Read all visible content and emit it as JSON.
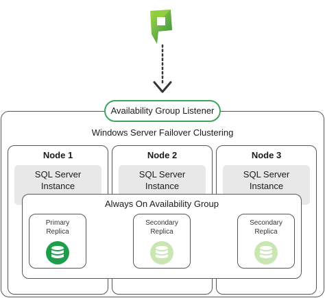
{
  "listener": {
    "label": "Availability Group Listener"
  },
  "cluster": {
    "label": "Windows Server Failover Clustering"
  },
  "nodes": [
    {
      "label": "Node 1",
      "instance_line1": "SQL Server",
      "instance_line2": "Instance"
    },
    {
      "label": "Node 2",
      "instance_line1": "SQL Server",
      "instance_line2": "Instance"
    },
    {
      "label": "Node 3",
      "instance_line1": "SQL Server",
      "instance_line2": "Instance"
    }
  ],
  "availability_group": {
    "label": "Always On Availability Group"
  },
  "replicas": [
    {
      "line1": "Primary",
      "line2": "Replica",
      "role": "primary"
    },
    {
      "line1": "Secondary",
      "line2": "Replica",
      "role": "secondary"
    },
    {
      "line1": "Secondary",
      "line2": "Replica",
      "role": "secondary"
    }
  ],
  "colors": {
    "brand_green": "#3da35d",
    "logo_dark_green": "#2e8b3e",
    "logo_light_green": "#8fcf3c",
    "primary_db": "#1e9e4a",
    "secondary_db": "#c9e6b3",
    "border": "#555555",
    "instance_fill": "#e8e8e8"
  },
  "icons": {
    "logo": "app-logo-icon",
    "arrow": "dotted-arrow-down-icon",
    "database": "database-icon"
  }
}
